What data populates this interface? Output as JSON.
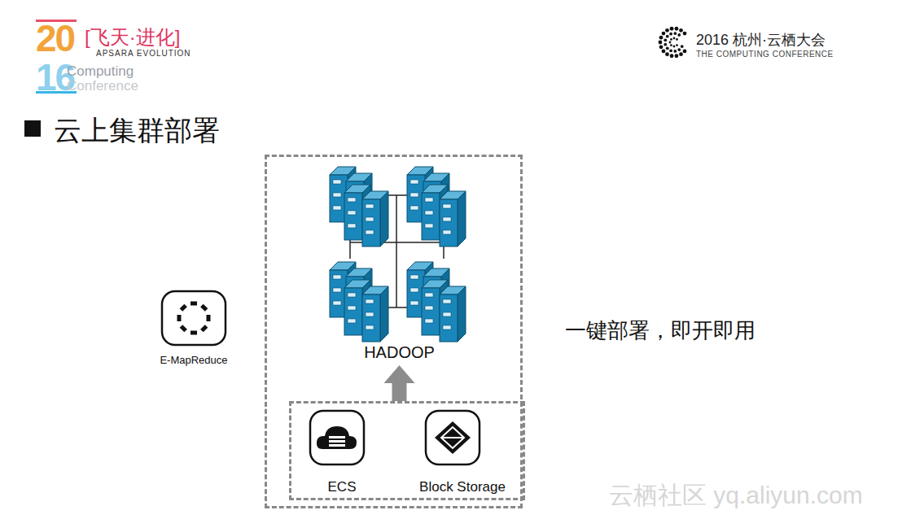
{
  "diagram": {
    "title": "云上集群部署",
    "nodes": [
      {
        "text": []
      },
      {
        "text": [
          "HADOOP"
        ],
        "in": 0
      },
      {
        "text": [],
        "in": 0
      },
      {
        "text": [
          "ECS"
        ],
        "in": 2
      },
      {
        "text": [
          "Block Storage"
        ],
        "in": 2
      },
      {
        "text": [
          "E-MapReduce"
        ]
      }
    ],
    "edges": [
      {
        "from": 2,
        "to": 1,
        "arrow": "to"
      }
    ],
    "labels": [
      "20",
      "16",
      "[飞天·进化]",
      "APSARA EVOLUTION",
      "Computing",
      "Conference",
      "2016 杭州·云栖大会",
      "THE COMPUTING CONFERENCE",
      "一键部署，即开即用",
      "云栖社区 yq.aliyun.com"
    ]
  }
}
